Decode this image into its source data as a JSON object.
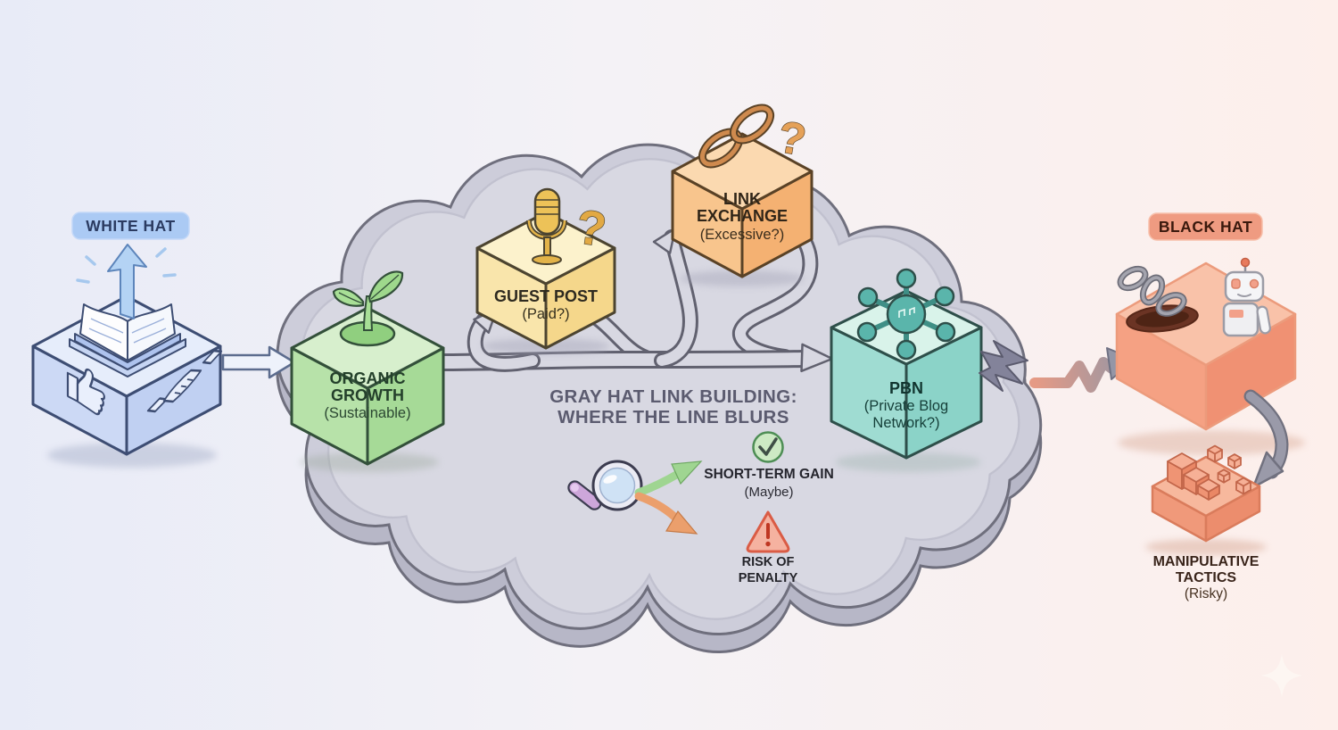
{
  "zones": {
    "white_hat": {
      "badge_label": "WHITE HAT"
    },
    "gray_hat": {
      "title_line1": "GRAY HAT LINK BUILDING:",
      "title_line2": "WHERE THE LINE BLURS"
    },
    "black_hat": {
      "badge_label": "BLACK HAT"
    }
  },
  "nodes": {
    "organic_growth": {
      "line1": "ORGANIC",
      "line2": "GROWTH",
      "qualifier": "(Sustainable)",
      "icon": "seedling-sprout-icon"
    },
    "guest_post": {
      "line1": "GUEST POST",
      "qualifier": "(Paid?)",
      "icon": "microphone-icon",
      "badge_icon": "question-mark-icon",
      "question_glyph": "?"
    },
    "link_exchange": {
      "line1": "LINK",
      "line2": "EXCHANGE",
      "qualifier": "(Excessive?)",
      "icon": "chain-links-icon",
      "badge_icon": "question-mark-icon",
      "question_glyph": "?"
    },
    "pbn": {
      "line1": "PBN",
      "qualifier_line1": "(Private Blog",
      "qualifier_line2": "Network?)",
      "icon": "network-hub-icon"
    },
    "manipulative_tactics": {
      "line1": "MANIPULATIVE",
      "line2": "TACTICS",
      "qualifier": "(Risky)",
      "icon": "crumbling-blocks-icon"
    },
    "white_hat_cube": {
      "icons": [
        "open-book-icon",
        "growth-arrow-icon",
        "thumbs-up-icon",
        "handshake-icon"
      ]
    },
    "black_hat_cube": {
      "icons": [
        "chain-into-hole-icon",
        "robot-icon"
      ]
    }
  },
  "outcomes": {
    "short_term_gain": {
      "label": "SHORT-TERM GAIN",
      "qualifier": "(Maybe)",
      "icon": "check-circle-icon"
    },
    "risk_of_penalty": {
      "label_line1": "RISK OF",
      "label_line2": "PENALTY",
      "icon": "warning-triangle-icon"
    }
  },
  "decorations": {
    "magnifier": "magnifying-glass-icon",
    "split_arrows": "diverging-arrows-icon",
    "crack": "crack-burst-icon",
    "sparkle": "sparkle-icon"
  },
  "colors": {
    "background_left": "#e8ebf7",
    "background_right": "#fdefeb",
    "white_hat_badge": "#abcaf4",
    "white_hat_cube": "#ccd9f5",
    "organic_green": "#b7e2a9",
    "guest_yellow": "#f9e5ab",
    "exchange_orange": "#f8c58d",
    "pbn_teal": "#9fdcd2",
    "black_hat_badge": "#ef9b81",
    "black_hat_cube": "#f5a183",
    "cloud_gray": "#cdcdda",
    "gain_green": "#cdeac4",
    "risk_red": "#dc5f49"
  }
}
